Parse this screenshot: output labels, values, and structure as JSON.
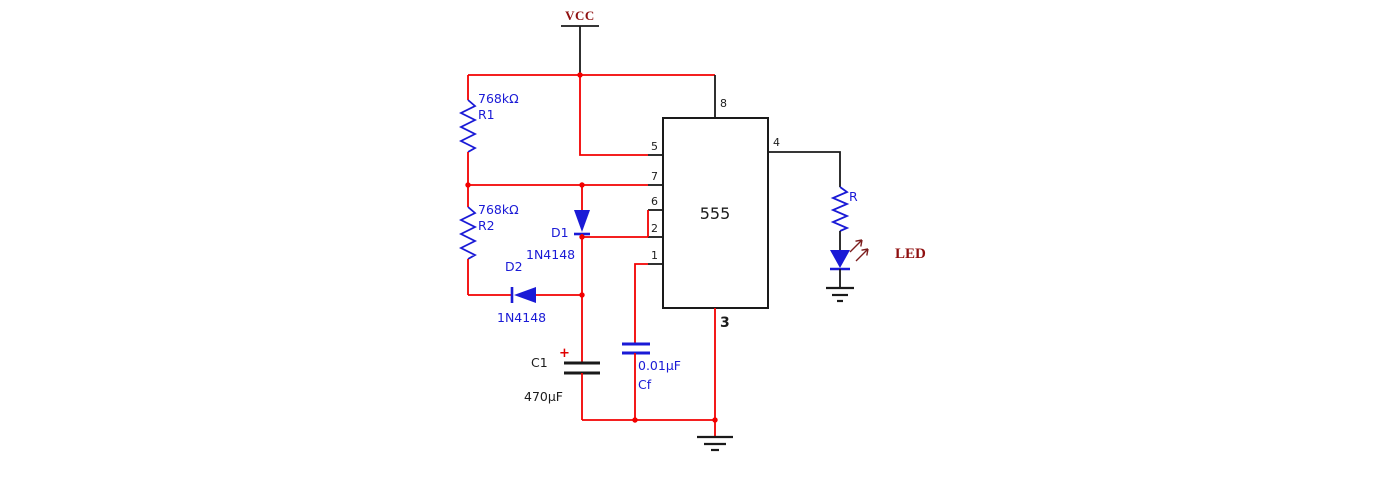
{
  "colors": {
    "wire_red": "#f20000",
    "component_blue": "#1a1ad6",
    "label_dark_red": "#8f0f0f",
    "wire_black": "#1a1a1a",
    "background": "#ffffff"
  },
  "diagram": {
    "vcc_label": "VCC",
    "ic": {
      "label": "555",
      "pins": {
        "p8": "8",
        "p5": "5",
        "p7": "7",
        "p6": "6",
        "p2": "2",
        "p1": "1",
        "p4": "4",
        "p3": "3"
      }
    },
    "r1": {
      "value": "768kΩ",
      "name": "R1"
    },
    "r2": {
      "value": "768kΩ",
      "name": "R2"
    },
    "d1": {
      "name": "D1",
      "part": "1N4148"
    },
    "d2": {
      "name": "D2",
      "part": "1N4148"
    },
    "c1": {
      "name": "C1",
      "plus": "+",
      "value": "470µF"
    },
    "cf": {
      "value": "0.01µF",
      "name": "Cf"
    },
    "led_resistor": {
      "name": "R"
    },
    "led": {
      "label": "LED"
    }
  }
}
